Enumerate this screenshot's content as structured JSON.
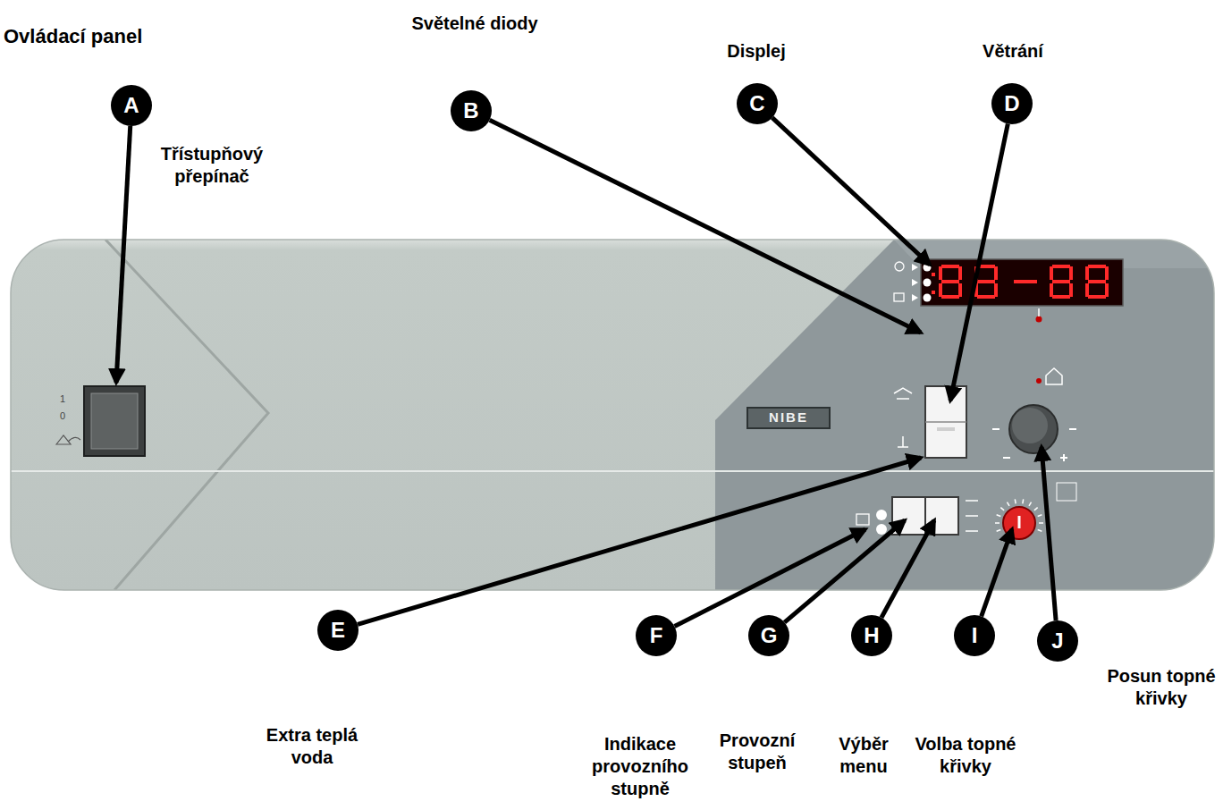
{
  "diagram": {
    "title": "Ovládací panel",
    "nodes": [
      {
        "text": [
          "A"
        ]
      },
      {
        "text": [
          "B"
        ]
      },
      {
        "text": [
          "C"
        ]
      },
      {
        "text": [
          "D"
        ]
      },
      {
        "text": [
          "E"
        ]
      },
      {
        "text": [
          "F"
        ]
      },
      {
        "text": [
          "G"
        ]
      },
      {
        "text": [
          "H"
        ]
      },
      {
        "text": [
          "I"
        ]
      },
      {
        "text": [
          "J"
        ]
      }
    ],
    "labels": [
      "Třístupňový přepínač",
      "Světelné diody",
      "Displej",
      "Větrání",
      "Extra teplá voda",
      "Indikace provozního stupně",
      "Provozní stupeň",
      "Výběr menu",
      "Volba topné křivky",
      "Posun topné křivky",
      "1",
      "0",
      "NIBE"
    ]
  }
}
